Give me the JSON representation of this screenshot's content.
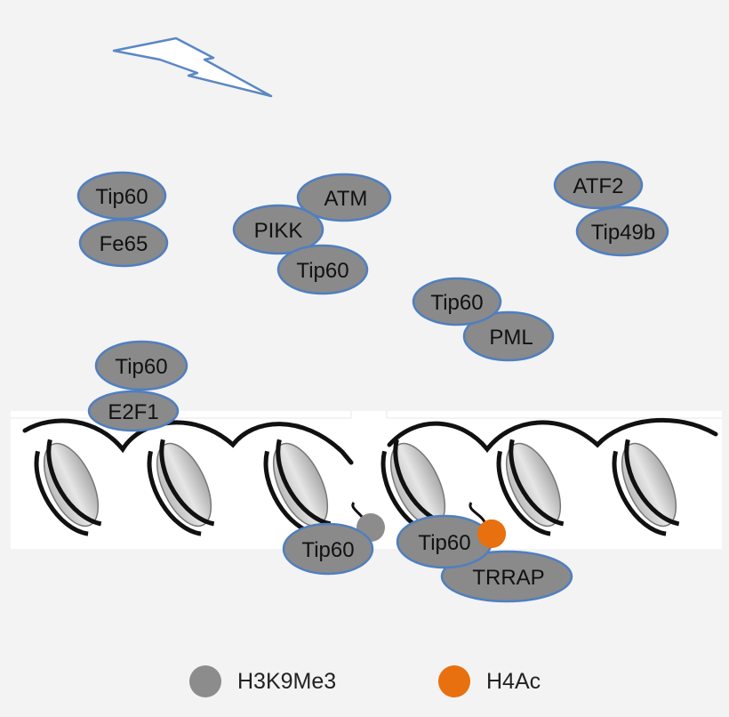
{
  "colors": {
    "background": "#f3f3f3",
    "protein_fill": "#8a8a8a",
    "protein_stroke": "#4f7fc0",
    "dna_strand": "#111111",
    "histone_light": "#d4d4d4",
    "histone_dark": "#8c8c8c",
    "h3k9me3_marker": "#8c8c8c",
    "h4ac_marker": "#e8700e",
    "lightning_stroke": "#5b87c4"
  },
  "icons": [
    "lightning-bolt-icon"
  ],
  "proteins": {
    "tip60_fe65": "Tip60",
    "fe65": "Fe65",
    "atm": "ATM",
    "pikk": "PIKK",
    "tip60_atm": "Tip60",
    "atf2": "ATF2",
    "tip49b": "Tip49b",
    "tip60_pml": "Tip60",
    "pml": "PML",
    "tip60_e2f1": "Tip60",
    "e2f1": "E2F1",
    "tip60_h3k9me3": "Tip60",
    "tip60_trrap": "Tip60",
    "trrap": "TRRAP"
  },
  "legend": {
    "h3k9me3": "H3K9Me3",
    "h4ac": "H4Ac"
  }
}
